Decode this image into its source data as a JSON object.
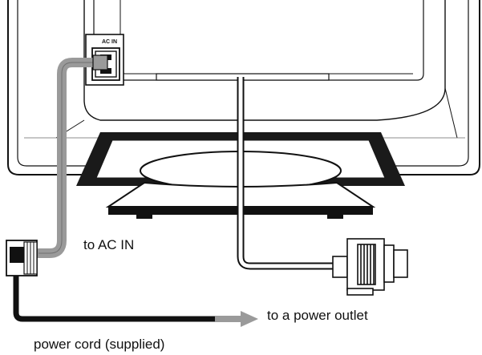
{
  "diagram": {
    "port_label": "AC IN",
    "labels": {
      "to_ac_in": "to AC IN",
      "to_outlet": "to a power outlet",
      "power_cord": "power cord (supplied)"
    }
  }
}
